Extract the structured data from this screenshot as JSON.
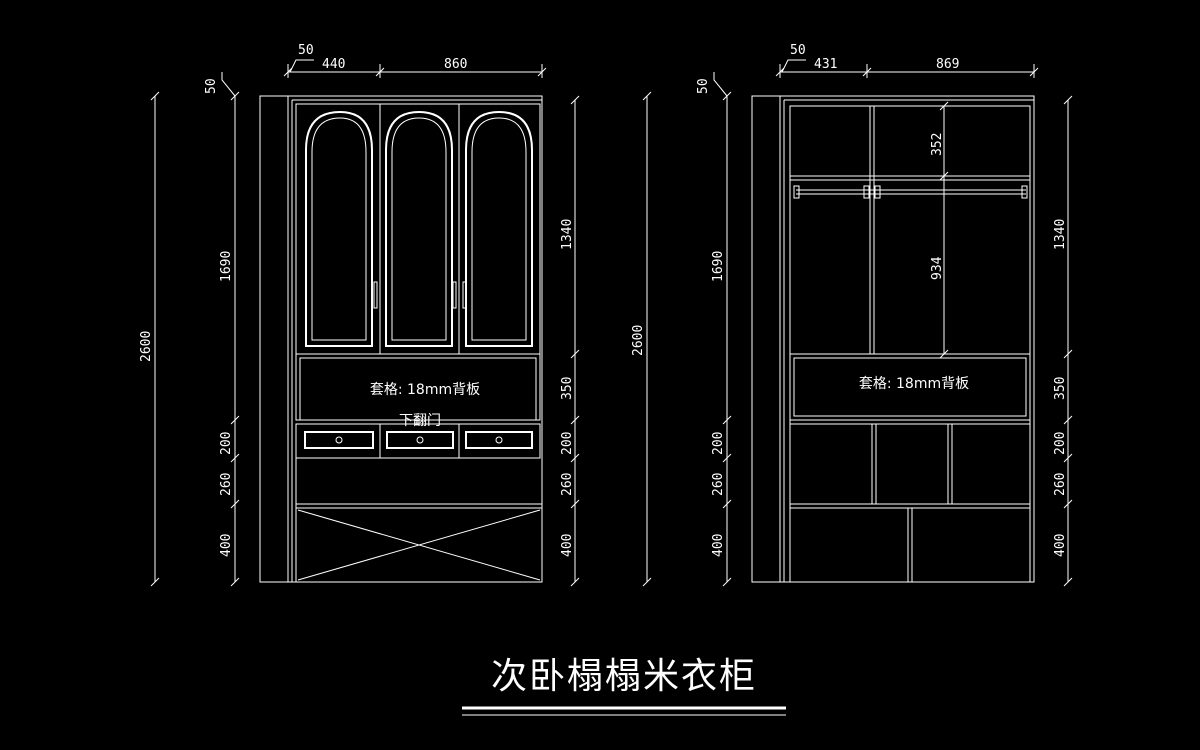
{
  "title": "次卧榻榻米衣柜",
  "colors": {
    "background": "#000000",
    "line": "#ffffff"
  },
  "left_elevation": {
    "top_dims": {
      "left_offset": "50",
      "side": "440",
      "main": "860"
    },
    "left_dims": {
      "top_offset": "50",
      "upper": "1690",
      "d200": "200",
      "d260": "260",
      "d400": "400",
      "total": "2600"
    },
    "right_dims": {
      "upper": "1340",
      "d350": "350",
      "d200": "200",
      "d260": "260",
      "d400": "400"
    },
    "shelf_label": "套格: 18mm背板",
    "flap_label": "下翻门"
  },
  "right_elevation": {
    "top_dims": {
      "left_offset": "50",
      "side": "431",
      "main": "869"
    },
    "left_dims": {
      "top_offset": "50",
      "upper": "1690",
      "d200": "200",
      "d260": "260",
      "d400": "400",
      "total": "2600"
    },
    "right_dims": {
      "upper": "1340",
      "d350": "350",
      "d200": "200",
      "d260": "260",
      "d400": "400"
    },
    "inner_dims": {
      "top": "352",
      "hanging": "934"
    },
    "shelf_label": "套格: 18mm背板"
  }
}
